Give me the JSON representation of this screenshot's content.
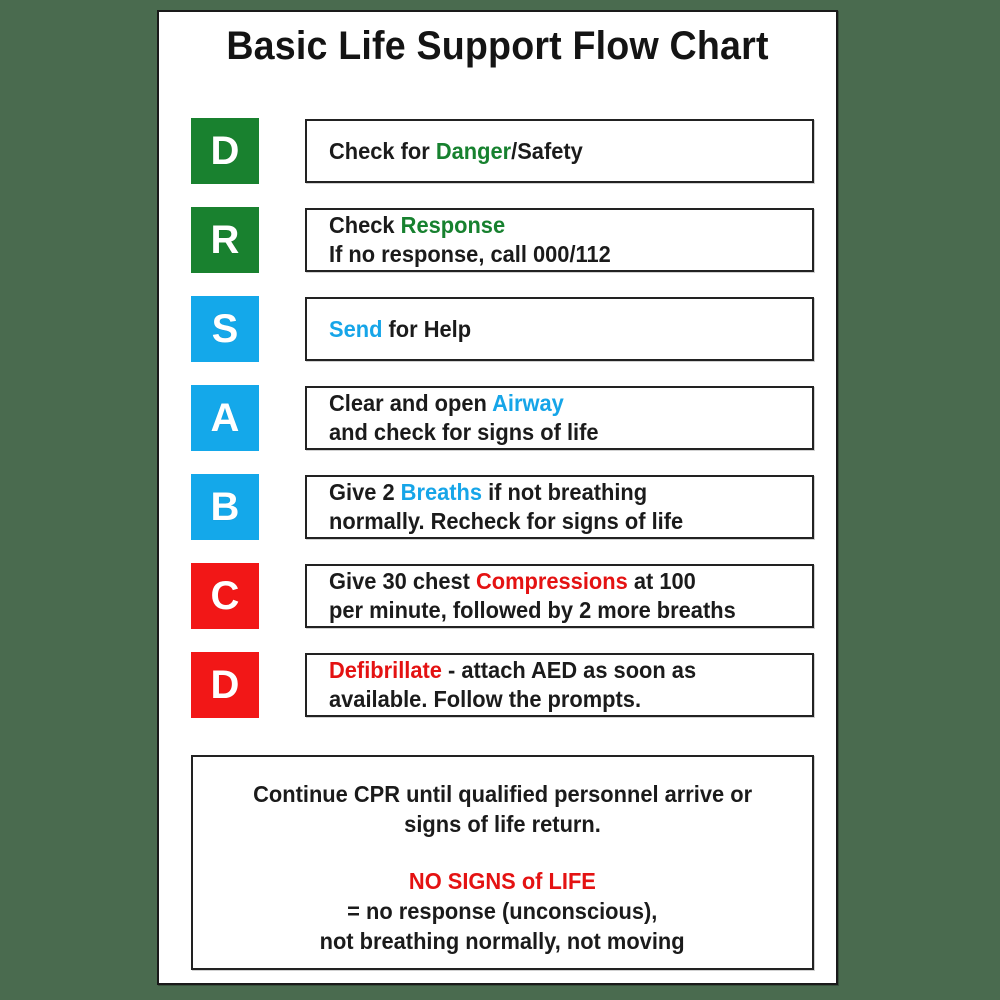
{
  "poster": {
    "title": "Basic Life Support Flow Chart",
    "background_color": "#4a6b4f",
    "card_color": "#ffffff",
    "border_color": "#1a1a1a"
  },
  "colors": {
    "green": "#19812f",
    "blue": "#14a8ea",
    "red": "#f21717",
    "text": "#1b1b1b",
    "keyword_green": "#17812f",
    "keyword_blue": "#16a5e8",
    "keyword_red": "#e41212"
  },
  "steps": [
    {
      "letter": "D",
      "color_name": "green",
      "lines": [
        [
          {
            "text": "Check for ",
            "style": "plain"
          },
          {
            "text": "Danger",
            "style": "green"
          },
          {
            "text": "/Safety",
            "style": "plain"
          }
        ]
      ]
    },
    {
      "letter": "R",
      "color_name": "green",
      "lines": [
        [
          {
            "text": "Check ",
            "style": "plain"
          },
          {
            "text": "Response",
            "style": "green"
          }
        ],
        [
          {
            "text": "If no response, call 000/112",
            "style": "plain"
          }
        ]
      ]
    },
    {
      "letter": "S",
      "color_name": "blue",
      "lines": [
        [
          {
            "text": "Send",
            "style": "blue"
          },
          {
            "text": " for Help",
            "style": "plain"
          }
        ]
      ]
    },
    {
      "letter": "A",
      "color_name": "blue",
      "lines": [
        [
          {
            "text": "Clear and open ",
            "style": "plain"
          },
          {
            "text": "Airway",
            "style": "blue"
          }
        ],
        [
          {
            "text": "and check for signs of life",
            "style": "plain"
          }
        ]
      ]
    },
    {
      "letter": "B",
      "color_name": "blue",
      "lines": [
        [
          {
            "text": "Give 2 ",
            "style": "plain"
          },
          {
            "text": "Breaths",
            "style": "blue"
          },
          {
            "text": " if not breathing",
            "style": "plain"
          }
        ],
        [
          {
            "text": "normally. Recheck for signs of life",
            "style": "plain"
          }
        ]
      ]
    },
    {
      "letter": "C",
      "color_name": "red",
      "lines": [
        [
          {
            "text": "Give 30 chest ",
            "style": "plain"
          },
          {
            "text": "Compressions",
            "style": "red"
          },
          {
            "text": " at 100",
            "style": "plain"
          }
        ],
        [
          {
            "text": "per minute, followed by 2 more breaths",
            "style": "plain"
          }
        ]
      ]
    },
    {
      "letter": "D",
      "color_name": "red",
      "lines": [
        [
          {
            "text": "Defibrillate",
            "style": "red"
          },
          {
            "text": " - attach AED as soon as",
            "style": "plain"
          }
        ],
        [
          {
            "text": "available. Follow the prompts.",
            "style": "plain"
          }
        ]
      ]
    }
  ],
  "footer": {
    "continue_line_1": "Continue CPR until qualified personnel arrive or",
    "continue_line_2": "signs of life return.",
    "alert_heading": "NO SIGNS of LIFE",
    "alert_line_1": "= no response (unconscious),",
    "alert_line_2": "not breathing normally, not moving"
  }
}
